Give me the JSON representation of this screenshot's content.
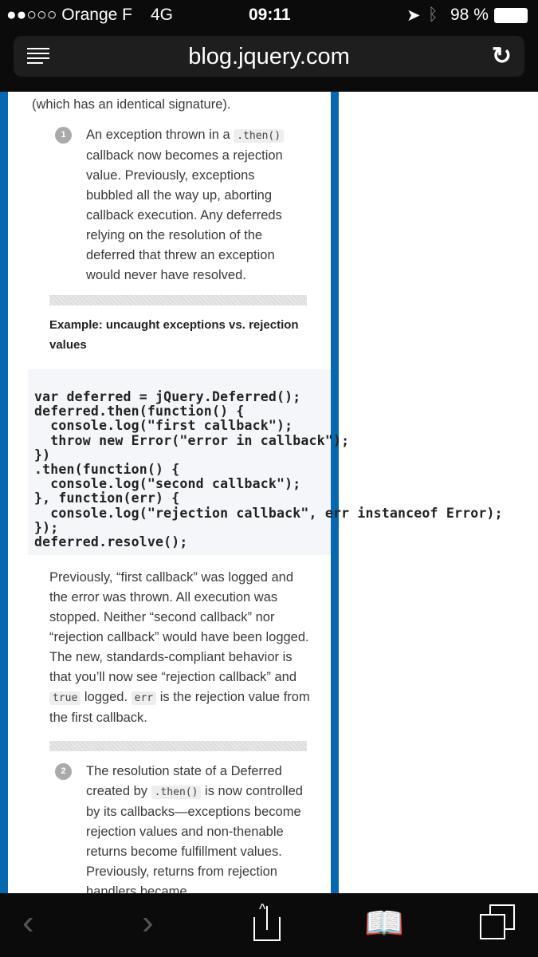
{
  "status_bar": {
    "carrier": "●●○○○ Orange F",
    "network": "4G",
    "time": "09:11",
    "battery": "98 %"
  },
  "browser": {
    "url": "blog.jquery.com"
  },
  "article": {
    "intro": "(which has an identical signature).",
    "item1": {
      "num": "1",
      "pre": "An exception thrown in a ",
      "code": ".then()",
      "post": " callback now becomes a rejection value. Previously, exceptions bubbled all the way up, aborting callback execution. Any deferreds relying on the resolution of the deferred that threw an exception would never have resolved."
    },
    "example_heading": "Example: uncaught exceptions vs. rejection values",
    "code": "var deferred = jQuery.Deferred();\ndeferred.then(function() {\n  console.log(\"first callback\");\n  throw new Error(\"error in callback\");\n})\n.then(function() {\n  console.log(\"second callback\");\n}, function(err) {\n  console.log(\"rejection callback\", err instanceof Error);\n});\ndeferred.resolve();",
    "para": {
      "a": "Previously, “first callback” was logged and the error was thrown. All execution was stopped. Neither “second callback” nor “rejection callback” would have been logged. The new, standards-compliant behavior is that you’ll now see “rejection callback” and ",
      "code1": "true",
      "b": " logged. ",
      "code2": "err",
      "c": " is the rejection value from the first callback."
    },
    "item2": {
      "num": "2",
      "pre": "The resolution state of a Deferred created by ",
      "code": ".then()",
      "post": " is now controlled by its callbacks—exceptions become rejection values and non-thenable returns become fulfillment values. Previously, returns from rejection handlers became"
    }
  }
}
